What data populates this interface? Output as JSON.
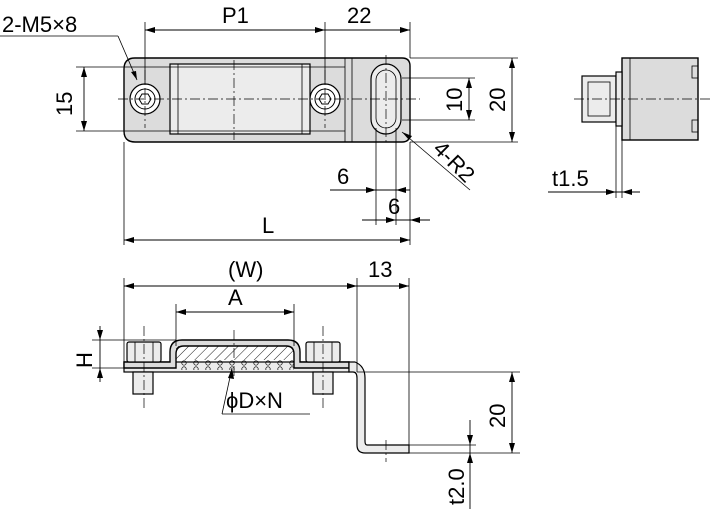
{
  "labels": {
    "screw": "2-M5×8",
    "pitch": "P1",
    "slot_offset": "22",
    "height_15": "15",
    "slot_width_10": "10",
    "height_20_top": "20",
    "radius": "4-R2",
    "dim_6_a": "6",
    "dim_6_b": "6",
    "length": "L",
    "thickness_side": "t1.5",
    "width_w": "(W)",
    "dim_13": "13",
    "dim_a": "A",
    "dim_h": "H",
    "cable": "ϕD×N",
    "height_20_front": "20",
    "thickness_front": "t2.0"
  },
  "colors": {
    "part_fill": "#dcdcdc",
    "line": "#000000",
    "background": "#ffffff"
  }
}
